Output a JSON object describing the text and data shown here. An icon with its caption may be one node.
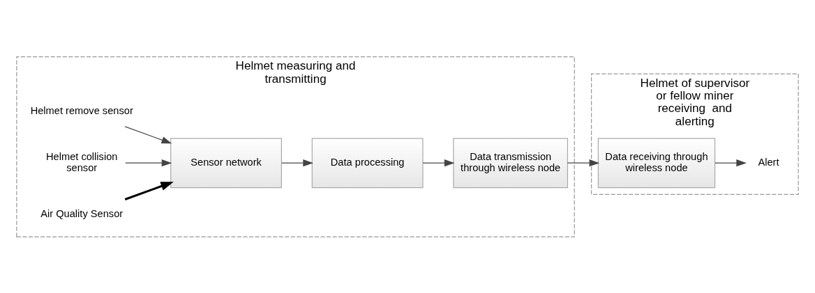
{
  "diagram": {
    "nodes": [
      {
        "text": [
          "Helmet measuring and transmitting"
        ]
      },
      {
        "text": [
          "Helmet remove sensor"
        ],
        "in": 0
      },
      {
        "text": [
          "Helmet collision sensor"
        ],
        "in": 0
      },
      {
        "text": [
          "Air Quality Sensor"
        ],
        "in": 0
      },
      {
        "text": [
          "Sensor network"
        ],
        "in": 0
      },
      {
        "text": [
          "Data processing"
        ],
        "in": 0
      },
      {
        "text": [
          "Data transmission through wireless node"
        ],
        "in": 0
      },
      {
        "text": [
          "Helmet of supervisor or fellow miner receiving  and alerting"
        ]
      },
      {
        "text": [
          "Data receiving through wireless node"
        ],
        "in": 7
      },
      {
        "text": [
          "Alert"
        ],
        "in": 7
      }
    ],
    "edges": [
      {
        "from": 1,
        "to": 4,
        "arrow": "to"
      },
      {
        "from": 2,
        "to": 4,
        "arrow": "to"
      },
      {
        "from": 3,
        "to": 4,
        "arrow": "to",
        "style": "thick",
        "color": "#000000"
      },
      {
        "from": 4,
        "to": 5,
        "arrow": "to"
      },
      {
        "from": 5,
        "to": 6,
        "arrow": "to"
      },
      {
        "from": 6,
        "to": 8,
        "arrow": "to"
      },
      {
        "from": 8,
        "to": 9,
        "arrow": "to"
      }
    ]
  }
}
